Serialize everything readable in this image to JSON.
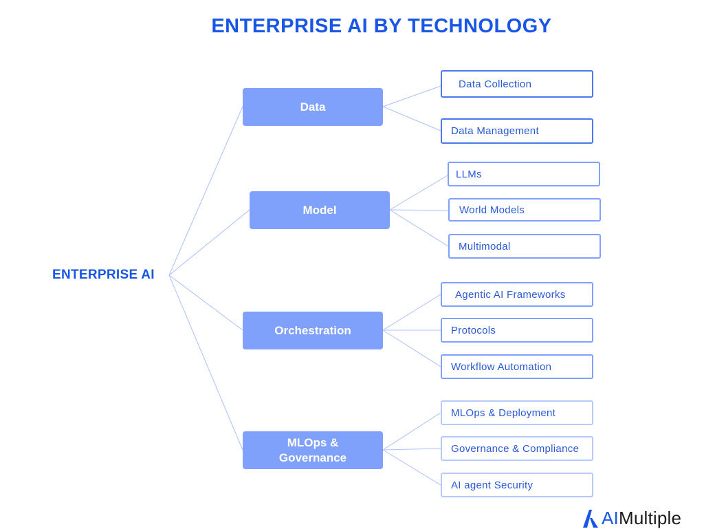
{
  "title": "ENTERPRISE AI BY TECHNOLOGY",
  "root": "ENTERPRISE AI",
  "categories": [
    {
      "label": "Data",
      "children": [
        "Data Collection",
        "Data Management"
      ]
    },
    {
      "label": "Model",
      "children": [
        "LLMs",
        "World Models",
        "Multimodal"
      ]
    },
    {
      "label": "Orchestration",
      "children": [
        "Agentic AI Frameworks",
        "Protocols",
        "Workflow Automation"
      ]
    },
    {
      "label": "MLOps &\nGovernance",
      "children": [
        "MLOps & Deployment",
        "Governance & Compliance",
        "AI agent Security"
      ]
    }
  ],
  "logo": {
    "prefix": "AI",
    "suffix": "Multiple",
    "icon": "aimultiple-logo-icon"
  },
  "colors": {
    "title": "#1a56e6",
    "category_fill": "#7fa1fb",
    "leaf_border": "#7fa1fb",
    "leaf_text": "#2a59d6",
    "connector": "#a9c0fb"
  }
}
